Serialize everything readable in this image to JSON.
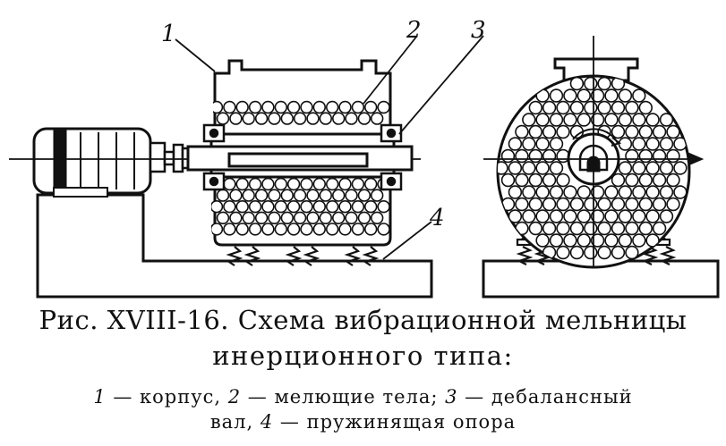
{
  "figure": {
    "labels": [
      "1",
      "2",
      "3",
      "4"
    ]
  },
  "caption": {
    "line1": "Рис. XVIII-16. Схема вибрационной мельницы",
    "line2": "инерционного типа:"
  },
  "legend": {
    "n1": "1",
    "t1": " — корпус, ",
    "n2": "2",
    "t2": " — мелющие тела; ",
    "n3": "3",
    "t3": " — дебалансный",
    "t3b": "вал, ",
    "n4": "4",
    "t4": " — пружинящая опора"
  }
}
